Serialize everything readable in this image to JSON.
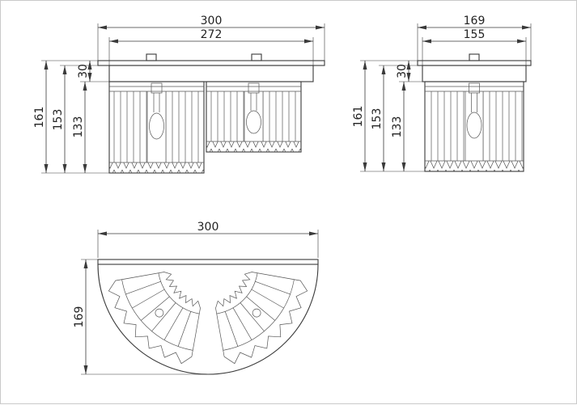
{
  "colors": {
    "line": "#3a3a3a",
    "dim_text": "#222222",
    "background": "#ffffff",
    "frame": "#c9c9c9"
  },
  "views": {
    "front": {
      "dims": {
        "overall_width": "300",
        "body_width": "272",
        "canopy_height": "30",
        "shade_height": "133",
        "body_height": "153",
        "overall_height": "161"
      }
    },
    "side": {
      "dims": {
        "overall_width": "169",
        "body_width": "155",
        "canopy_height": "30",
        "shade_height": "133",
        "body_height": "153",
        "overall_height": "161"
      }
    },
    "plan": {
      "dims": {
        "overall_width": "300",
        "overall_depth": "169"
      }
    }
  }
}
